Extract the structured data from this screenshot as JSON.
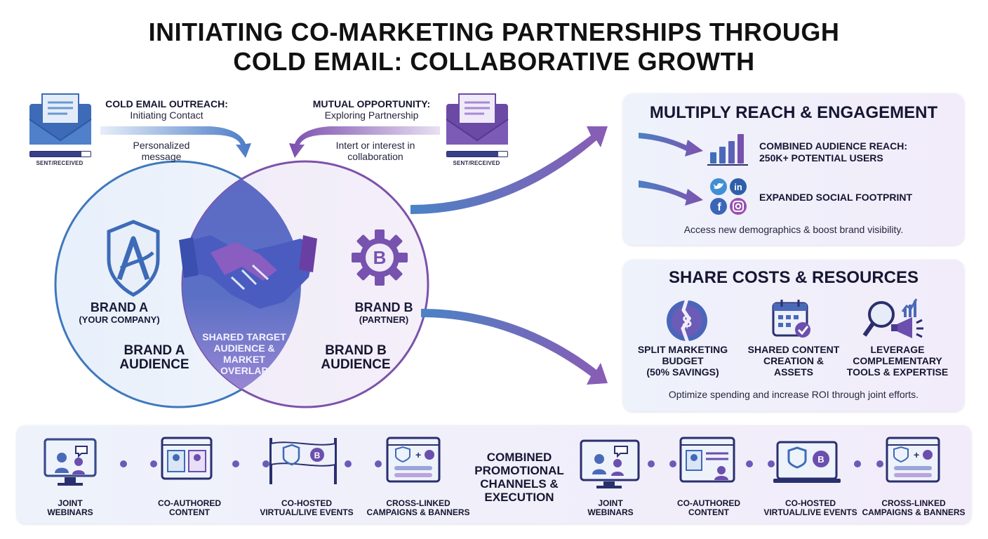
{
  "title": {
    "line1": "INITIATING CO-MARKETING PARTNERSHIPS THROUGH",
    "line2": "COLD EMAIL: COLLABORATIVE GROWTH"
  },
  "outreach": {
    "heading": "COLD EMAIL OUTREACH:",
    "subheading": "Initiating Contact",
    "note_line1": "Personalized",
    "note_line2": "message",
    "status_label": "SENT/RECEIVED",
    "progress": 0.85
  },
  "mutual": {
    "heading": "MUTUAL OPPORTUNITY:",
    "subheading": "Exploring Partnership",
    "note_line1": "Intert or interest in",
    "note_line2": "collaboration",
    "status_label": "SENT/RECEIVED",
    "progress": 0.85
  },
  "venn": {
    "brand_a": "BRAND A",
    "brand_a_sub": "(YOUR COMPANY)",
    "brand_a_aud_1": "BRAND A",
    "brand_a_aud_2": "AUDIENCE",
    "brand_b": "BRAND B",
    "brand_b_sub": "(PARTNER)",
    "brand_b_aud_1": "BRAND B",
    "brand_b_aud_2": "AUDIENCE",
    "shared_1": "SHARED TARGET",
    "shared_2": "AUDIENCE &",
    "shared_3": "MARKET",
    "shared_4": "OVERLAP",
    "brand_b_logo_letter": "B"
  },
  "reach": {
    "title": "MULTIPLY REACH & ENGAGEMENT",
    "item1_line1": "COMBINED AUDIENCE REACH:",
    "item1_line2": "250K+ POTENTIAL USERS",
    "item2": "EXPANDED SOCIAL FOOTPRINT",
    "footer": "Access new demographics & boost brand visibility.",
    "social_icons": [
      "twitter-icon",
      "linkedin-icon",
      "facebook-icon",
      "instagram-icon"
    ],
    "social_glyphs": {
      "linkedin": "in",
      "facebook": "f"
    }
  },
  "costs": {
    "title": "SHARE COSTS & RESOURCES",
    "items": [
      {
        "line1": "SPLIT MARKETING",
        "line2": "BUDGET",
        "line3": "(50% SAVINGS)",
        "icon": "split-coin-icon",
        "glyph": "$"
      },
      {
        "line1": "SHARED CONTENT",
        "line2": "CREATION &",
        "line3": "ASSETS",
        "icon": "calendar-check-icon"
      },
      {
        "line1": "LEVERAGE",
        "line2": "COMPLEMENTARY",
        "line3": "TOOLS & EXPERTISE",
        "icon": "magnifier-megaphone-icon"
      }
    ],
    "footer": "Optimize spending and increase ROI through joint efforts."
  },
  "channels": {
    "center_1": "COMBINED",
    "center_2": "PROMOTIONAL",
    "center_3": "CHANNELS &",
    "center_4": "EXECUTION",
    "items": [
      {
        "line1": "JOINT",
        "line2": "WEBINARS",
        "icon": "webinar-monitor-icon"
      },
      {
        "line1": "CO-AUTHORED",
        "line2": "CONTENT",
        "icon": "co-author-window-icon"
      },
      {
        "line1": "CO-HOSTED",
        "line2": "VIRTUAL/LIVE EVENTS",
        "icon": "event-banner-icon"
      },
      {
        "line1": "CROSS-LINKED",
        "line2": "CAMPAIGNS & BANNERS",
        "icon": "cross-link-window-icon"
      },
      {
        "line1": "JOINT",
        "line2": "WEBINARS",
        "icon": "webinar-monitor-icon"
      },
      {
        "line1": "CO-AUTHORED",
        "line2": "CONTENT",
        "icon": "co-author-window-icon"
      },
      {
        "line1": "CO-HOSTED",
        "line2": "VIRTUAL/LIVE EVENTS",
        "icon": "event-monitor-icon"
      },
      {
        "line1": "CROSS-LINKED",
        "line2": "CAMPAIGNS & BANNERS",
        "icon": "cross-link-window-icon"
      }
    ],
    "plus_sign": "+",
    "brand_b_letter": "B"
  },
  "colors": {
    "blue": "#3d6fb6",
    "purple": "#7a4fa8",
    "navy": "#2b2f6e",
    "panel_bg": "#eef0fa"
  }
}
